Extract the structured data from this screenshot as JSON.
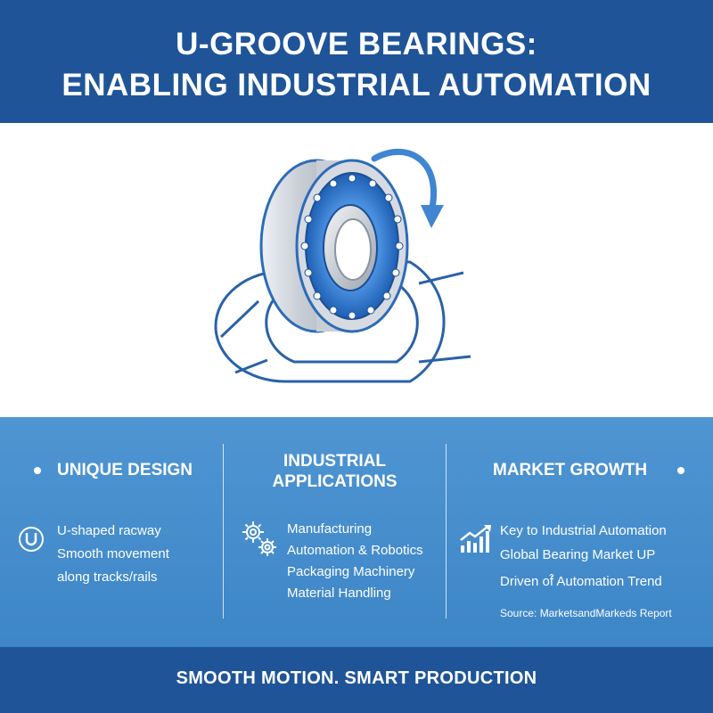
{
  "header": {
    "title_line1": "U-GROOVE BEARINGS:",
    "title_line2": "ENABLING INDUSTRIAL AUTOMATION"
  },
  "hero": {
    "illustration": "bearing-on-oval-track",
    "rotation_arrow_icon": "curved-arrow-icon"
  },
  "columns": [
    {
      "heading": "UNIQUE DESIGN",
      "icon": "u-groove-icon",
      "lines": [
        "U-shaped racway",
        "Smooth movement",
        "along tracks/rails"
      ]
    },
    {
      "heading_line1": "INDUSTRIAL",
      "heading_line2": "APPLICATIONS",
      "icon": "gears-icon",
      "lines": [
        "Manufacturing",
        "Automation & Robotics",
        "Packaging Machinery",
        "Material Handling"
      ]
    },
    {
      "heading": "MARKET GROWTH",
      "icon": "growth-chart-icon",
      "lines": [
        "Key to Industrial Automation",
        "Global Bearing Market UP",
        "Driven of̂ Automation Trend"
      ],
      "source": "Source: MarketsandMarkeds Report"
    }
  ],
  "footer": {
    "tagline": "SMOOTH MOTION. SMART PRODUCTION"
  },
  "colors": {
    "header_bg": "#1f5598",
    "panel_bg": "#4a90d0",
    "accent_blue": "#3f85d2",
    "text": "#ffffff"
  }
}
